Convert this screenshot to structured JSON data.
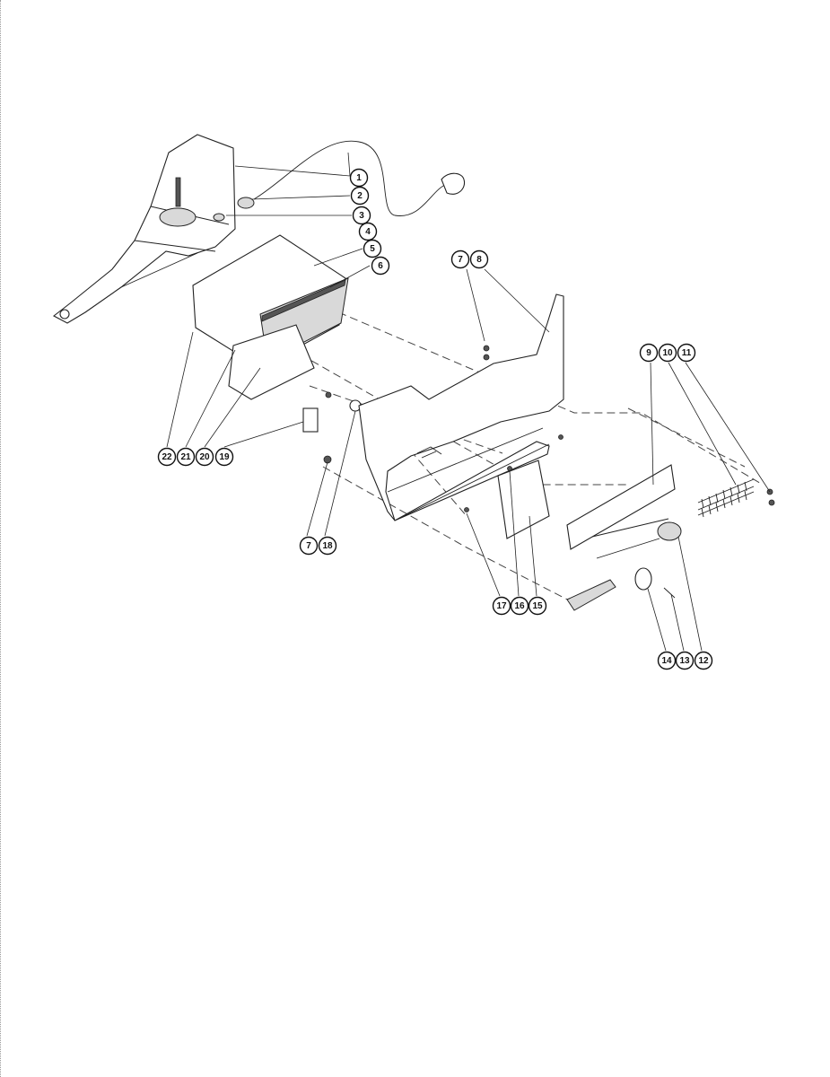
{
  "diagram": {
    "callouts": [
      {
        "id": "c1",
        "label": "1"
      },
      {
        "id": "c2",
        "label": "2"
      },
      {
        "id": "c3",
        "label": "3"
      },
      {
        "id": "c4",
        "label": "4"
      },
      {
        "id": "c5",
        "label": "5"
      },
      {
        "id": "c6",
        "label": "6"
      },
      {
        "id": "c7a",
        "label": "7"
      },
      {
        "id": "c8",
        "label": "8"
      },
      {
        "id": "c9",
        "label": "9"
      },
      {
        "id": "c10",
        "label": "10"
      },
      {
        "id": "c11",
        "label": "11"
      },
      {
        "id": "c22",
        "label": "22"
      },
      {
        "id": "c21",
        "label": "21"
      },
      {
        "id": "c20",
        "label": "20"
      },
      {
        "id": "c19",
        "label": "19"
      },
      {
        "id": "c7b",
        "label": "7"
      },
      {
        "id": "c18",
        "label": "18"
      },
      {
        "id": "c17",
        "label": "17"
      },
      {
        "id": "c16",
        "label": "16"
      },
      {
        "id": "c15",
        "label": "15"
      },
      {
        "id": "c14",
        "label": "14"
      },
      {
        "id": "c13",
        "label": "13"
      },
      {
        "id": "c12",
        "label": "12"
      }
    ]
  }
}
